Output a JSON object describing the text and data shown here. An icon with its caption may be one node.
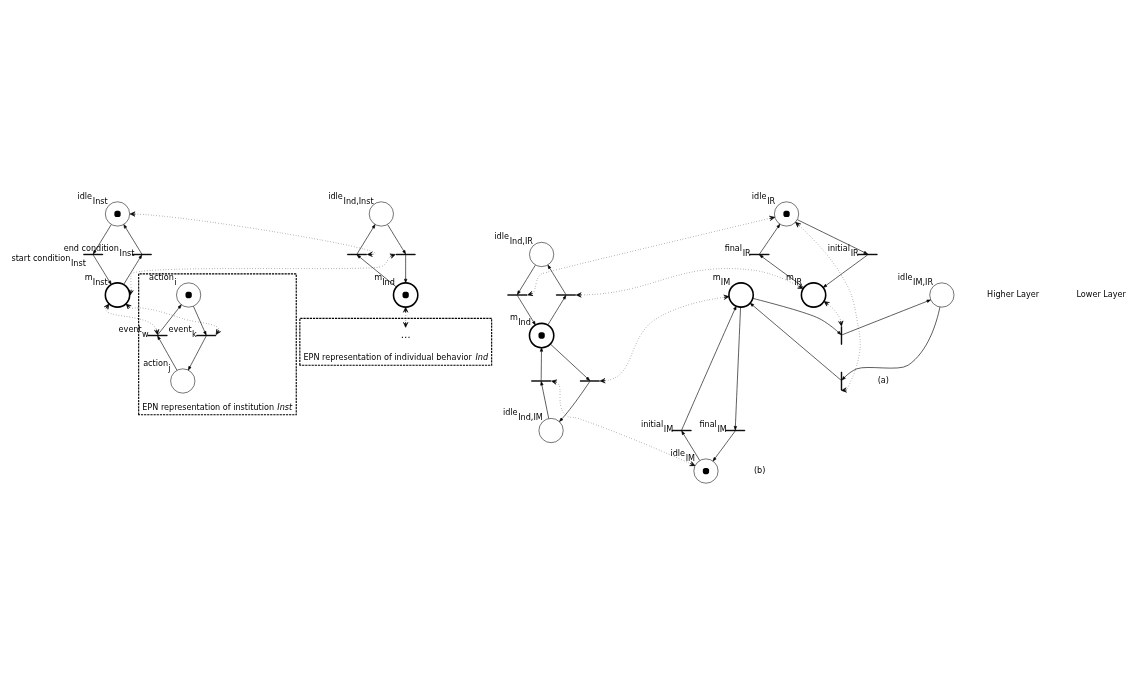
{
  "diagram": {
    "nodes": [
      {
        "text": [],
        "shape": "circle",
        "beside": [
          "idle$_{Inst}$"
        ]
      },
      {
        "text": [],
        "shape": "bar",
        "beside": [
          "end condition$_{Inst}$"
        ]
      },
      {
        "text": [],
        "shape": "bar",
        "beside": [
          "start condition$_{Inst}$"
        ]
      },
      {
        "text": [],
        "shape": "circle",
        "beside": [
          "m$_{Inst}$"
        ]
      },
      {
        "text": [],
        "shape": "circle",
        "beside": [
          "idle$_{Ind,Inst}$"
        ]
      },
      {
        "text": [],
        "shape": "bar"
      },
      {
        "text": [],
        "shape": "bar"
      },
      {
        "text": [],
        "shape": "circle",
        "beside": [
          "m$_{Ind}$"
        ]
      },
      {
        "text": [
          "EPN representation of institution *Inst*"
        ]
      },
      {
        "text": [],
        "shape": "circle",
        "beside": [
          "action$_{i}$"
        ],
        "in": 8
      },
      {
        "text": [],
        "shape": "bar",
        "beside": [
          "event$_{w}$"
        ],
        "in": 8
      },
      {
        "text": [],
        "shape": "bar",
        "beside": [
          "event$_{k}$"
        ],
        "in": 8
      },
      {
        "text": [],
        "shape": "circle",
        "beside": [
          "action$_{j}$"
        ],
        "in": 8
      },
      {
        "text": [
          "EPN representation of individual behavior *Ind*"
        ]
      },
      {
        "text": [
          "…"
        ],
        "in": 13
      },
      {
        "text": [],
        "shape": "circle",
        "beside": [
          "idle$_{Ind,IR}$"
        ]
      },
      {
        "text": [],
        "shape": "bar"
      },
      {
        "text": [],
        "shape": "bar"
      },
      {
        "text": [],
        "shape": "circle",
        "beside": [
          "m$_{Ind}$"
        ]
      },
      {
        "text": [],
        "shape": "bar"
      },
      {
        "text": [],
        "shape": "bar"
      },
      {
        "text": [],
        "shape": "circle",
        "beside": [
          "idle$_{Ind,IM}$"
        ]
      },
      {
        "text": [],
        "shape": "circle",
        "beside": [
          "idle$_{IR}$"
        ]
      },
      {
        "text": [],
        "shape": "bar",
        "beside": [
          "initial$_{IR}$"
        ]
      },
      {
        "text": [],
        "shape": "bar",
        "beside": [
          "final$_{IR}$"
        ]
      },
      {
        "text": [],
        "shape": "circle",
        "beside": [
          "m$_{IR}$"
        ]
      },
      {
        "text": [],
        "shape": "circle",
        "beside": [
          "m$_{IM}$"
        ]
      },
      {
        "text": [],
        "shape": "bar"
      },
      {
        "text": [],
        "shape": "circle",
        "beside": [
          "idle$_{IM,IR}$"
        ]
      },
      {
        "text": [],
        "shape": "bar"
      },
      {
        "text": [],
        "shape": "bar",
        "beside": [
          "initial$_{IM}$"
        ]
      },
      {
        "text": [],
        "shape": "bar",
        "beside": [
          "final$_{IM}$"
        ]
      },
      {
        "text": [],
        "shape": "circle",
        "beside": [
          "idle$_{IM}$"
        ]
      }
    ],
    "edges": [
      {
        "from": 0,
        "to": 2,
        "arrow": "to"
      },
      {
        "from": 2,
        "to": 3,
        "arrow": "to"
      },
      {
        "from": 3,
        "to": 1,
        "arrow": "to"
      },
      {
        "from": 1,
        "to": 0,
        "arrow": "to"
      },
      {
        "from": 4,
        "to": 5,
        "arrow": "to"
      },
      {
        "from": 5,
        "to": 7,
        "arrow": "to"
      },
      {
        "from": 7,
        "to": 6,
        "arrow": "to"
      },
      {
        "from": 6,
        "to": 4,
        "arrow": "to"
      },
      {
        "from": 0,
        "to": 6,
        "arrow": "both",
        "style": "dashed"
      },
      {
        "from": 3,
        "to": 5,
        "arrow": "both",
        "style": "dashed"
      },
      {
        "from": 3,
        "to": 10,
        "arrow": "both",
        "style": "dashed"
      },
      {
        "from": 3,
        "to": 11,
        "arrow": "both",
        "style": "dashed"
      },
      {
        "from": 7,
        "to": 14,
        "arrow": "both",
        "style": "dashed"
      },
      {
        "from": 9,
        "to": 11,
        "arrow": "to"
      },
      {
        "from": 11,
        "to": 12,
        "arrow": "to"
      },
      {
        "from": 12,
        "to": 10,
        "arrow": "to"
      },
      {
        "from": 10,
        "to": 9,
        "arrow": "to"
      },
      {
        "from": 15,
        "to": 16,
        "arrow": "to"
      },
      {
        "from": 16,
        "to": 18,
        "arrow": "to"
      },
      {
        "from": 18,
        "to": 17,
        "arrow": "to"
      },
      {
        "from": 17,
        "to": 15,
        "arrow": "to"
      },
      {
        "from": 18,
        "to": 20,
        "arrow": "to"
      },
      {
        "from": 20,
        "to": 21,
        "arrow": "to"
      },
      {
        "from": 21,
        "to": 19,
        "arrow": "to"
      },
      {
        "from": 19,
        "to": 18,
        "arrow": "to"
      },
      {
        "from": 22,
        "to": 23,
        "arrow": "to"
      },
      {
        "from": 23,
        "to": 25,
        "arrow": "to"
      },
      {
        "from": 25,
        "to": 24,
        "arrow": "to"
      },
      {
        "from": 24,
        "to": 22,
        "arrow": "to"
      },
      {
        "from": 26,
        "to": 27,
        "arrow": "to"
      },
      {
        "from": 27,
        "to": 28,
        "arrow": "to"
      },
      {
        "from": 28,
        "to": 29,
        "arrow": "to"
      },
      {
        "from": 29,
        "to": 26,
        "arrow": "to"
      },
      {
        "from": 32,
        "to": 30,
        "arrow": "to"
      },
      {
        "from": 30,
        "to": 26,
        "arrow": "to"
      },
      {
        "from": 26,
        "to": 31,
        "arrow": "to"
      },
      {
        "from": 31,
        "to": 32,
        "arrow": "to"
      },
      {
        "from": 22,
        "to": 16,
        "arrow": "both",
        "style": "dashed"
      },
      {
        "from": 17,
        "to": 25,
        "arrow": "both",
        "style": "dashed"
      },
      {
        "from": 20,
        "to": 26,
        "arrow": "both",
        "style": "dashed"
      },
      {
        "from": 19,
        "to": 32,
        "arrow": "both",
        "style": "dashed"
      },
      {
        "from": 25,
        "to": 27,
        "arrow": "both",
        "style": "dashed"
      },
      {
        "from": 22,
        "to": 29,
        "arrow": "both",
        "style": "dashed"
      }
    ],
    "labels": [
      "Higher Layer",
      "Lower Layer",
      "(a)",
      "(b)"
    ]
  }
}
